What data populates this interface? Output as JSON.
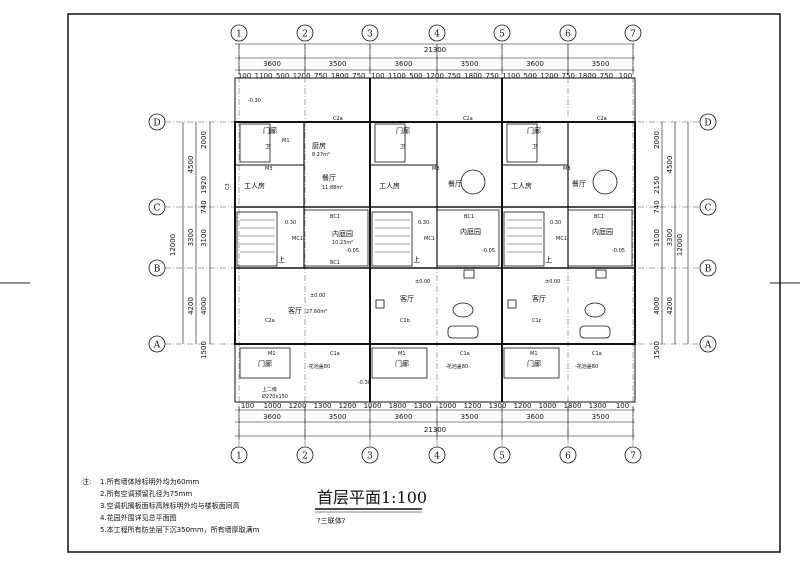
{
  "drawing": {
    "title": "首层平面1:100",
    "subtitle": "?三联体?",
    "notes_header": "注:",
    "notes": [
      "1.所有墙体除标明外均为60mm",
      "2.所有空调预留孔径为75mm",
      "3.空调机搁板面标高除标明外均与楼板面同高",
      "4.花园外围详见总平面图",
      "5.本工程所有防坐层下沉350mm，所有墙厚取满m"
    ]
  },
  "axes": {
    "columns": [
      "1",
      "2",
      "3",
      "4",
      "5",
      "6",
      "7"
    ],
    "rows": [
      "D",
      "C",
      "B",
      "A"
    ]
  },
  "dimensions": {
    "overall": "21300",
    "top_bays": [
      "3600",
      "3500",
      "3600",
      "3500",
      "3600",
      "3500"
    ],
    "top_detail": [
      "100",
      "1100",
      "500",
      "1200",
      "750",
      "1800",
      "750",
      "100",
      "1100",
      "500",
      "1200",
      "750",
      "1800",
      "750",
      "1100",
      "500",
      "1200",
      "750",
      "1800",
      "750",
      "100"
    ],
    "bottom_bays": [
      "3600",
      "3500",
      "3600",
      "3500",
      "3600",
      "3500"
    ],
    "bottom_detail": [
      "100",
      "1000",
      "1200",
      "1300",
      "1200",
      "1000",
      "1800",
      "1300",
      "1000",
      "1200",
      "1300",
      "1200",
      "1000",
      "1800",
      "1300",
      "100"
    ],
    "left_outer": [
      "4500",
      "3300",
      "4200"
    ],
    "left_overall": "12000",
    "left_inner": [
      "2000",
      "1920",
      "740",
      "3100",
      "4000",
      "1500"
    ],
    "right_outer": [
      "4500",
      "3300",
      "4200"
    ],
    "right_overall": "12000",
    "right_inner": [
      "2000",
      "2150",
      "740",
      "3100",
      "4000",
      "1500"
    ]
  },
  "rooms": {
    "garage": "门廊",
    "kitchen": "厨房",
    "kitchen_area": "8.27m²",
    "dining": "餐厅",
    "dining_area": "11.88m²",
    "servant": "工人房",
    "stair": "上",
    "inner_garden": "内庭园",
    "inner_garden_area": "10.23m²",
    "living": "客厅",
    "living_area": "27.60m²",
    "entry": "门廊",
    "aircon": "-花池盖80",
    "bathroom_label": "卫",
    "stair_note": "上二级",
    "stair_dim": "Ø270x150"
  },
  "tags": {
    "c2a": "C2a",
    "bc1": "BC1",
    "mc1": "MC1",
    "m1": "M1",
    "m3": "M3",
    "c1a": "C1a",
    "c3": "C3",
    "level_neg005": "-0.05",
    "level_neg030": "-0.30",
    "level_000": "±0.00",
    "level_030": "0.30",
    "unit_a": "C2a",
    "unit_b": "C1b",
    "unit_c": "C1c"
  }
}
